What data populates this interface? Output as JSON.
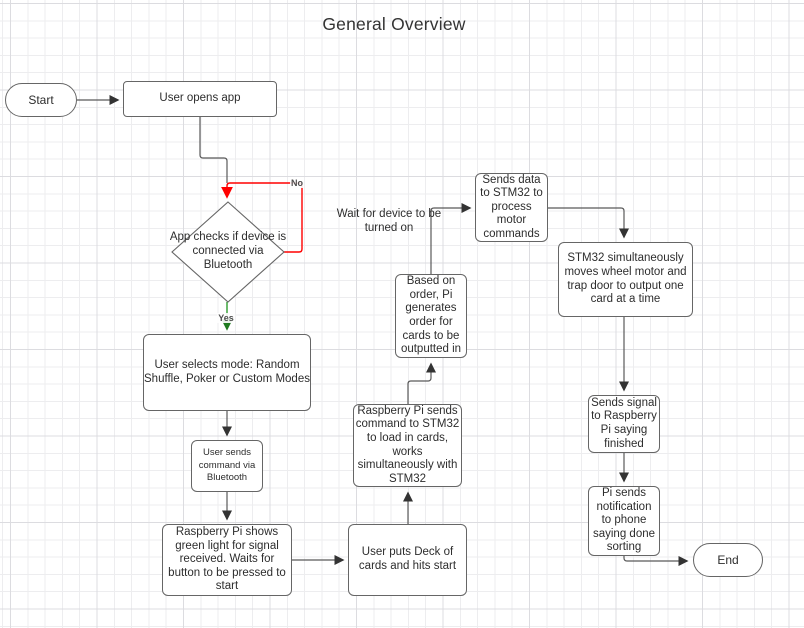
{
  "canvas": {
    "title": "General Overview"
  },
  "nodes": {
    "start": {
      "label": "Start",
      "type": "terminator"
    },
    "user_opens_app": {
      "label": "User opens app",
      "type": "process"
    },
    "bluetooth_check": {
      "label": "App checks if\ndevice is connected\nvia Bluetooth",
      "type": "decision"
    },
    "select_mode": {
      "label": "User selects mode: Random\nShuffle, Poker or Custom Modes",
      "type": "process"
    },
    "send_command": {
      "label": "User sends\ncommand via\nBluetooth",
      "type": "process"
    },
    "pi_green_light": {
      "label": "Raspberry Pi shows\ngreen light for signal\nreceived. Waits for\nbutton to be pressed to\nstart",
      "type": "process"
    },
    "put_deck": {
      "label": "User puts Deck of\ncards and hits start",
      "type": "process"
    },
    "pi_sends_command": {
      "label": "Raspberry Pi sends\ncommand to STM32\nto load in cards,\nworks\nsimultaneously with\nSTM32",
      "type": "process"
    },
    "generate_order": {
      "label": "Based on\norder, Pi\ngenerates\norder for\ncards to be\noutputted in",
      "type": "process"
    },
    "sends_data": {
      "label": "Sends data\nto STM32 to\nprocess\nmotor\ncommands",
      "type": "process"
    },
    "stm32_moves": {
      "label": "STM32 simultaneously\nmoves wheel motor and\ntrap door to output one\ncard at a time",
      "type": "process"
    },
    "sends_signal": {
      "label": "Sends signal\nto Raspberry\nPi saying\nfinished",
      "type": "process"
    },
    "pi_notification": {
      "label": "Pi sends\nnotification\nto phone\nsaying done\nsorting",
      "type": "process"
    },
    "end": {
      "label": "End",
      "type": "terminator"
    }
  },
  "edge_labels": {
    "no": "No",
    "yes": "Yes"
  },
  "annotations": {
    "wait_note": "Wait for device to be\nturned on"
  },
  "colors": {
    "node_border": "#666666",
    "edge": "#595959",
    "no_edge": "#ff0000",
    "yes_edge": "#2e9e2e",
    "edge_label_text": "#4d4d4d"
  }
}
